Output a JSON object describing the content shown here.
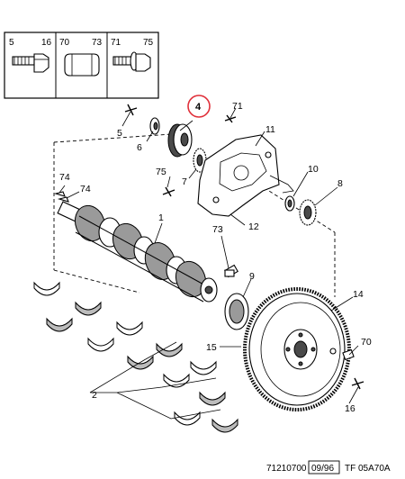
{
  "legend_table": {
    "columns": [
      {
        "from": "5",
        "to": "16"
      },
      {
        "from": "70",
        "to": "73"
      },
      {
        "from": "71",
        "to": "75"
      }
    ]
  },
  "callouts": {
    "p1": "1",
    "p2": "2",
    "p4": "4",
    "p5": "5",
    "p6": "6",
    "p7": "7",
    "p8": "8",
    "p9": "9",
    "p10": "10",
    "p11": "11",
    "p12": "12",
    "p14": "14",
    "p15": "15",
    "p16": "16",
    "p70": "70",
    "p71": "71",
    "p73": "73",
    "p74a": "74",
    "p74b": "74",
    "p75": "75"
  },
  "highlight": {
    "part": "4",
    "color": "#e0303a"
  },
  "footer": {
    "ref": "71210700",
    "date": "09/96",
    "code": "TF 05A70A"
  }
}
